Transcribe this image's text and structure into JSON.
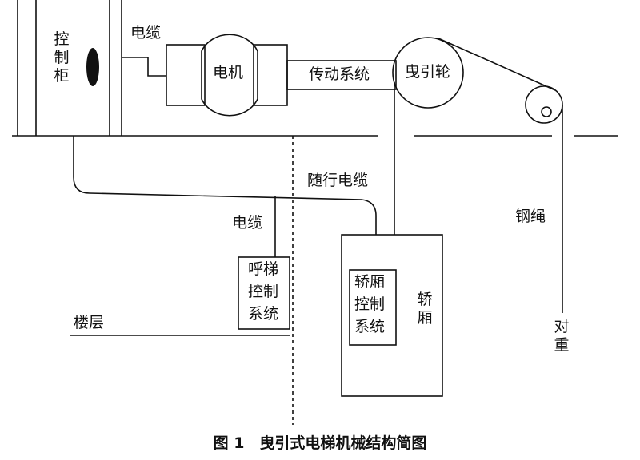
{
  "diagram": {
    "labels": {
      "control_cabinet": "控制柜",
      "cable_top": "电缆",
      "motor": "电机",
      "transmission": "传动系统",
      "traction_sheave": "曳引轮",
      "traveling_cable": "随行电缆",
      "cable_mid": "电缆",
      "wire_rope": "钢绳",
      "hall_call_line1": "呼梯",
      "hall_call_line2": "控制",
      "hall_call_line3": "系统",
      "car_ctrl_line1": "轿厢",
      "car_ctrl_line2": "控制",
      "car_ctrl_line3": "系统",
      "car": "轿厢",
      "floor": "楼层",
      "counterweight": "对重"
    },
    "caption": "图 1　曳引式电梯机械结构简图"
  }
}
